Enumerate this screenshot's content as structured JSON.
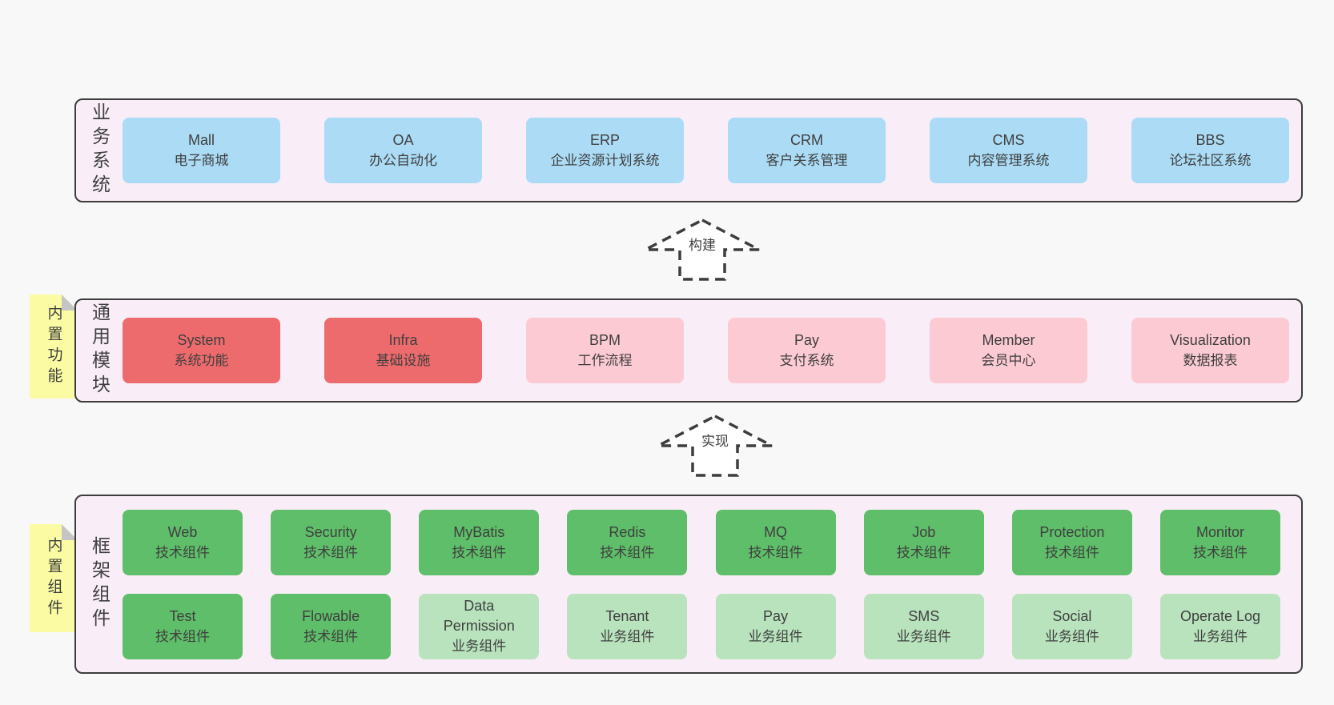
{
  "colors": {
    "background": "#f8f8f8",
    "layerFill": "#f9eef7",
    "layerBorder": "#3d3d3d",
    "text": "#3f3f3f",
    "noteFill": "#fbfba4",
    "noteFold": "#c5c5c5",
    "blue": "#abdbf5",
    "red": "#ee6b6d",
    "pink": "#fccad3",
    "green": "#5ebe69",
    "lightGreen": "#b8e3bd"
  },
  "notes": [
    {
      "text": "内置功能"
    },
    {
      "text": "内置组件"
    }
  ],
  "arrows": [
    {
      "label": "构建"
    },
    {
      "label": "实现"
    }
  ],
  "layers": [
    {
      "label": "业务系统",
      "boxes": [
        {
          "name": "Mall",
          "desc": "电子商城",
          "type": "blue"
        },
        {
          "name": "OA",
          "desc": "办公自动化",
          "type": "blue"
        },
        {
          "name": "ERP",
          "desc": "企业资源计划系统",
          "type": "blue"
        },
        {
          "name": "CRM",
          "desc": "客户关系管理",
          "type": "blue"
        },
        {
          "name": "CMS",
          "desc": "内容管理系统",
          "type": "blue"
        },
        {
          "name": "BBS",
          "desc": "论坛社区系统",
          "type": "blue"
        }
      ]
    },
    {
      "label": "通用模块",
      "boxes": [
        {
          "name": "System",
          "desc": "系统功能",
          "type": "red"
        },
        {
          "name": "Infra",
          "desc": "基础设施",
          "type": "red"
        },
        {
          "name": "BPM",
          "desc": "工作流程",
          "type": "pink"
        },
        {
          "name": "Pay",
          "desc": "支付系统",
          "type": "pink"
        },
        {
          "name": "Member",
          "desc": "会员中心",
          "type": "pink"
        },
        {
          "name": "Visualization",
          "desc": "数据报表",
          "type": "pink"
        }
      ]
    },
    {
      "label": "框架组件",
      "rows": [
        [
          {
            "name": "Web",
            "desc": "技术组件",
            "type": "green"
          },
          {
            "name": "Security",
            "desc": "技术组件",
            "type": "green"
          },
          {
            "name": "MyBatis",
            "desc": "技术组件",
            "type": "green"
          },
          {
            "name": "Redis",
            "desc": "技术组件",
            "type": "green"
          },
          {
            "name": "MQ",
            "desc": "技术组件",
            "type": "green"
          },
          {
            "name": "Job",
            "desc": "技术组件",
            "type": "green"
          },
          {
            "name": "Protection",
            "desc": "技术组件",
            "type": "green"
          },
          {
            "name": "Monitor",
            "desc": "技术组件",
            "type": "green"
          }
        ],
        [
          {
            "name": "Test",
            "desc": "技术组件",
            "type": "green"
          },
          {
            "name": "Flowable",
            "desc": "技术组件",
            "type": "green"
          },
          {
            "name": "Data Permission",
            "desc": "业务组件",
            "type": "lightGreen"
          },
          {
            "name": "Tenant",
            "desc": "业务组件",
            "type": "lightGreen"
          },
          {
            "name": "Pay",
            "desc": "业务组件",
            "type": "lightGreen"
          },
          {
            "name": "SMS",
            "desc": "业务组件",
            "type": "lightGreen"
          },
          {
            "name": "Social",
            "desc": "业务组件",
            "type": "lightGreen"
          },
          {
            "name": "Operate Log",
            "desc": "业务组件",
            "type": "lightGreen"
          }
        ]
      ]
    }
  ]
}
